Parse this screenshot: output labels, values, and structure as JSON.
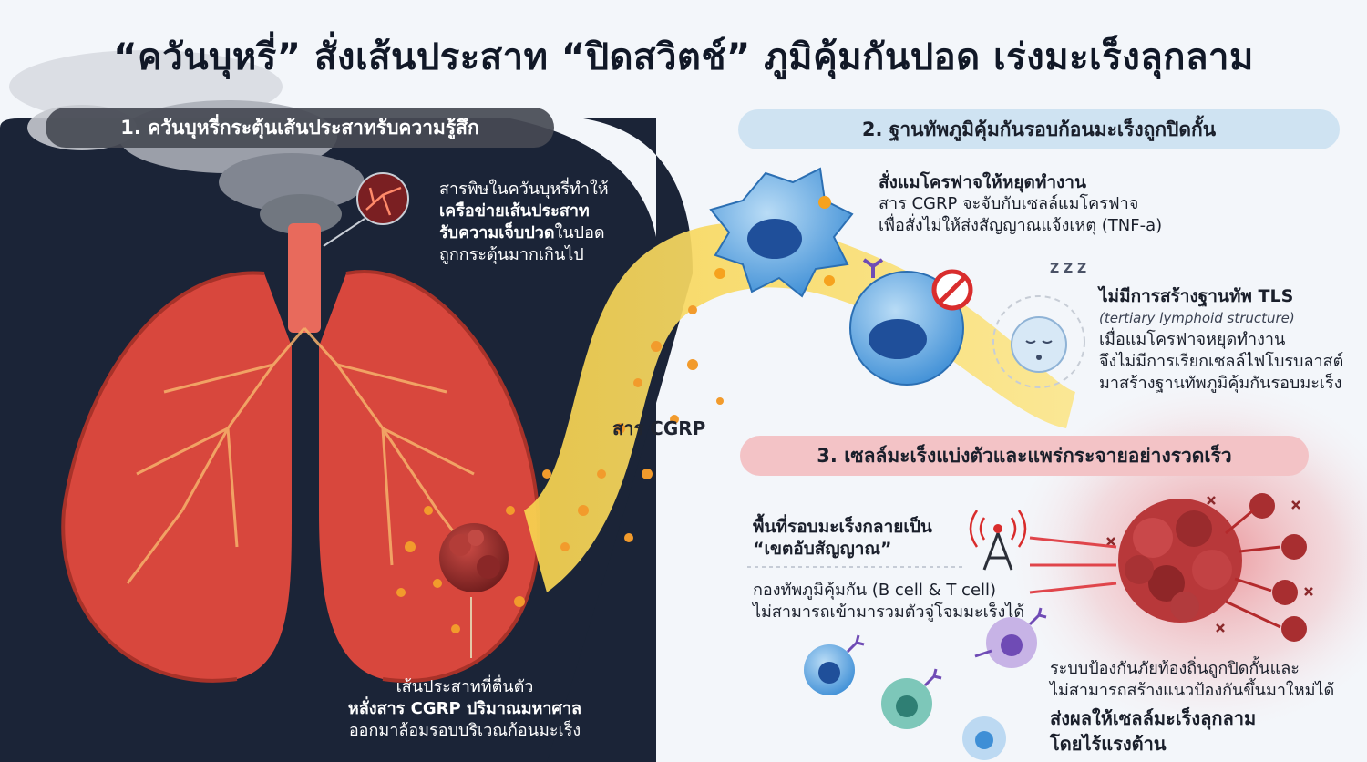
{
  "title": "“ควันบุหรี่” สั่งเส้นประสาท “ปิดสวิตช์” ภูมิคุ้มกันปอด เร่งมะเร็งลุกลาม",
  "section1": {
    "heading": "1. ควันบุหรี่กระตุ้นเส้นประสาทรับความรู้สึก",
    "callout_top": {
      "line1": "สารพิษในควันบุหรี่ทำให้",
      "line2_bold": "เครือข่ายเส้นประสาท",
      "line3_bold": "รับความเจ็บปวด",
      "line3_rest": "ในปอด",
      "line4": "ถูกกระตุ้นมากเกินไป"
    },
    "callout_bottom": {
      "line1": "เส้นประสาทที่ตื่นตัว",
      "line2_bold": "หลั่งสาร CGRP ปริมาณมหาศาล",
      "line3": "ออกมาล้อมรอบบริเวณก้อนมะเร็ง"
    }
  },
  "cgrp_label": "สาร CGRP",
  "section2": {
    "heading": "2. ฐานทัพภูมิคุ้มกันรอบก้อนมะเร็งถูกปิดกั้น",
    "macrophage": {
      "title": "สั่งแมโครฟาจให้หยุดทำงาน",
      "line1": "สาร CGRP จะจับกับเซลล์แมโครฟาจ",
      "line2": "เพื่อสั่งไม่ให้ส่งสัญญาณแจ้งเหตุ (TNF-a)"
    },
    "tls": {
      "title": "ไม่มีการสร้างฐานทัพ TLS",
      "note": "(tertiary lymphoid structure)",
      "line1": "เมื่อแมโครฟาจหยุดทำงาน",
      "line2": "จึงไม่มีการเรียกเซลล์ไฟโบรบลาสต์",
      "line3": "มาสร้างฐานทัพภูมิคุ้มกันรอบมะเร็ง"
    },
    "zzz": "Z Z Z"
  },
  "section3": {
    "heading": "3. เซลล์มะเร็งแบ่งตัวและแพร่กระจายอย่างรวดเร็ว",
    "deadzone": {
      "title1": "พื้นที่รอบมะเร็งกลายเป็น",
      "title2": "“เขตอับสัญญาณ”",
      "line1": "กองทัพภูมิคุ้มกัน (B cell & T cell)",
      "line2": "ไม่สามารถเข้ามารวมตัวจู่โจมมะเร็งได้"
    },
    "result": {
      "line1": "ระบบป้องกันภัยท้องถิ่นถูกปิดกั้นและ",
      "line2": "ไม่สามารถสร้างแนวป้องกันขึ้นมาใหม่ได้",
      "strong1": "ส่งผลให้เซลล์มะเร็งลุกลาม",
      "strong2": "โดยไร้แรงต้าน"
    }
  },
  "colors": {
    "dark_panel": "#1b2437",
    "lung": "#d8473d",
    "lung_dark": "#a83229",
    "cgrp_yellow": "#f6c945",
    "macrophage_blue": "#3f8fd6",
    "tumor": "#9c2d2b",
    "section2_band": "#cfe3f2",
    "section3_band": "#f3c3c6"
  },
  "icons": [
    "smoke-icon",
    "lungs-icon",
    "nerve-closeup-icon",
    "tumor-icon",
    "macrophage-icon",
    "receptor-icon",
    "blocked-icon",
    "sleeping-cell-icon",
    "signal-tower-icon",
    "immune-cell-icon",
    "cancer-cell-icon"
  ]
}
